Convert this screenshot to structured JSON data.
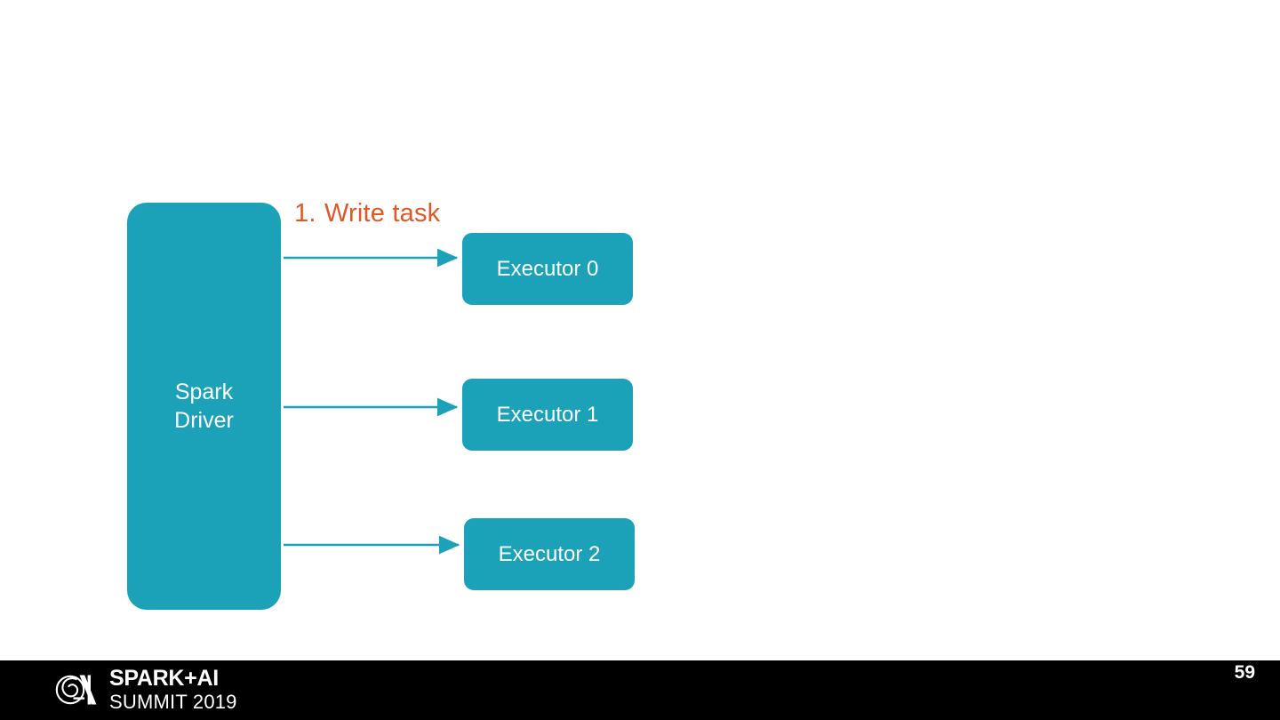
{
  "slide": {
    "background_color": "#FFFFFF",
    "accent_teal": "#1CA2B8",
    "accent_orange": "#DF5826",
    "footer_background": "#000000"
  },
  "diagram": {
    "driver": {
      "label": "Spark\nDriver"
    },
    "executors": [
      {
        "label": "Executor 0"
      },
      {
        "label": "Executor 1"
      },
      {
        "label": "Executor 2"
      }
    ],
    "step_label": {
      "number": "1.",
      "text": "Write task"
    },
    "arrows": [
      {
        "from": "spark-driver",
        "to": "executor-0"
      },
      {
        "from": "spark-driver",
        "to": "executor-1"
      },
      {
        "from": "spark-driver",
        "to": "executor-2"
      }
    ]
  },
  "footer": {
    "logo_line_1": "SPARK+AI",
    "logo_line_2": "SUMMIT 2019",
    "logo_mark_name": "spark-summit-spiral-logo",
    "page_number": "59"
  }
}
